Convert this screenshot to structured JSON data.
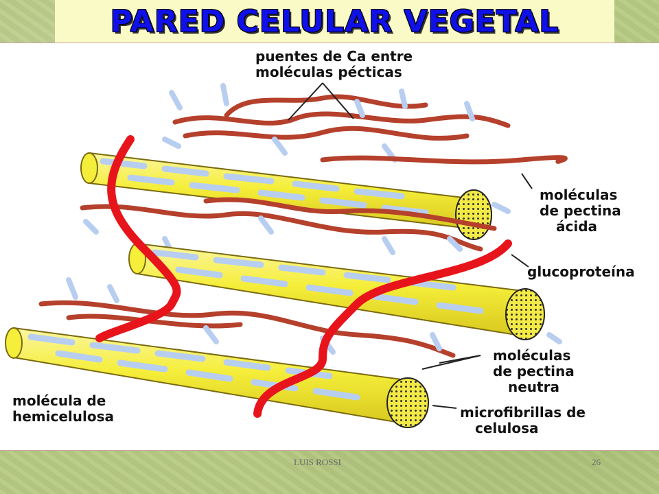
{
  "slide": {
    "title": "PARED CELULAR VEGETAL",
    "footer_left": "LUIS ROSSI",
    "page_number": "26"
  },
  "labels": {
    "ca_bridges": [
      "puentes de Ca entre",
      "moléculas pécticas"
    ],
    "acid_pectin": [
      "moléculas",
      "de pectina",
      "ácida"
    ],
    "glycoprotein": "glucoproteína",
    "neutral_pectin": [
      "moléculas",
      "de pectina",
      "neutra"
    ],
    "hemicellulose": [
      "molécula de",
      "hemicelulosa"
    ],
    "cellulose_microfibrils": [
      "microfibrillas de",
      "celulosa"
    ]
  },
  "colors": {
    "title_text": "#1010e8",
    "title_box": "#fafac7",
    "cellulose_fibril": "#f5ee3a",
    "pectin_chain": "#b5402c",
    "glycoprotein": "#e8141c",
    "hemicellulose": "#b8cef0"
  }
}
